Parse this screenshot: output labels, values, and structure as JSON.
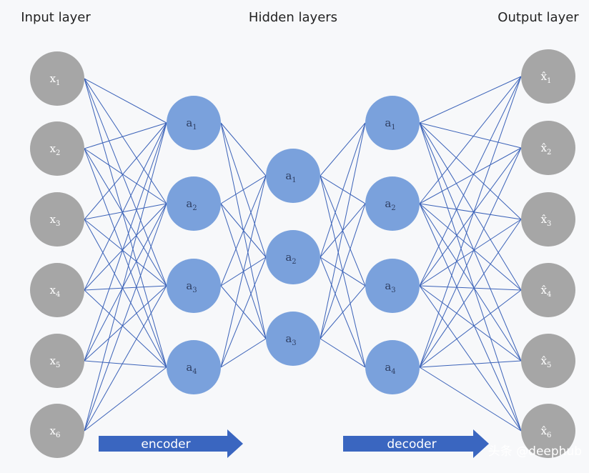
{
  "titles": {
    "input": "Input layer",
    "hidden": "Hidden layers",
    "output": "Output layer"
  },
  "colors": {
    "gray_node": "#a6a6a6",
    "blue_node": "#7aa1dc",
    "edge": "#3b62b8",
    "arrow": "#3a66c0",
    "gray_text": "#ffffff",
    "blue_text": "#2f3f63"
  },
  "layers": {
    "input": [
      {
        "main": "x",
        "sub": "1"
      },
      {
        "main": "x",
        "sub": "2"
      },
      {
        "main": "x",
        "sub": "3"
      },
      {
        "main": "x",
        "sub": "4"
      },
      {
        "main": "x",
        "sub": "5"
      },
      {
        "main": "x",
        "sub": "6"
      }
    ],
    "hidden1": [
      {
        "main": "a",
        "sub": "1"
      },
      {
        "main": "a",
        "sub": "2"
      },
      {
        "main": "a",
        "sub": "3"
      },
      {
        "main": "a",
        "sub": "4"
      }
    ],
    "bottleneck": [
      {
        "main": "a",
        "sub": "1"
      },
      {
        "main": "a",
        "sub": "2"
      },
      {
        "main": "a",
        "sub": "3"
      }
    ],
    "hidden2": [
      {
        "main": "a",
        "sub": "1"
      },
      {
        "main": "a",
        "sub": "2"
      },
      {
        "main": "a",
        "sub": "3"
      },
      {
        "main": "a",
        "sub": "4"
      }
    ],
    "output": [
      {
        "main": "x̂",
        "sub": "1"
      },
      {
        "main": "x̂",
        "sub": "2"
      },
      {
        "main": "x̂",
        "sub": "3"
      },
      {
        "main": "x̂",
        "sub": "4"
      },
      {
        "main": "x̂",
        "sub": "5"
      },
      {
        "main": "x̂",
        "sub": "6"
      }
    ]
  },
  "arrows": {
    "encoder": "encoder",
    "decoder": "decoder"
  },
  "watermark": "头条 @deephub"
}
